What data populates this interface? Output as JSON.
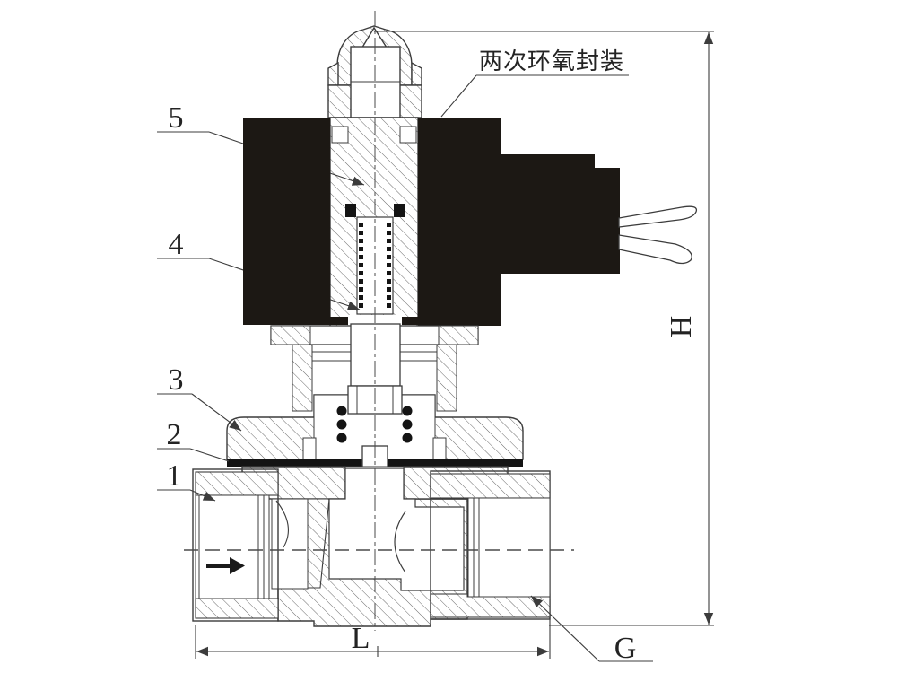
{
  "drawing": {
    "callout": "两次环氧封装",
    "part_numbers": [
      "1",
      "2",
      "3",
      "4",
      "5"
    ],
    "dim_height": "H",
    "dim_length": "L",
    "dim_thread": "G"
  },
  "colors": {
    "line": "#3c3c3c",
    "hatch": "#6a6a6a",
    "coil_fill": "#1c1814",
    "diaphragm_fill": "#141414",
    "background": "#ffffff"
  }
}
